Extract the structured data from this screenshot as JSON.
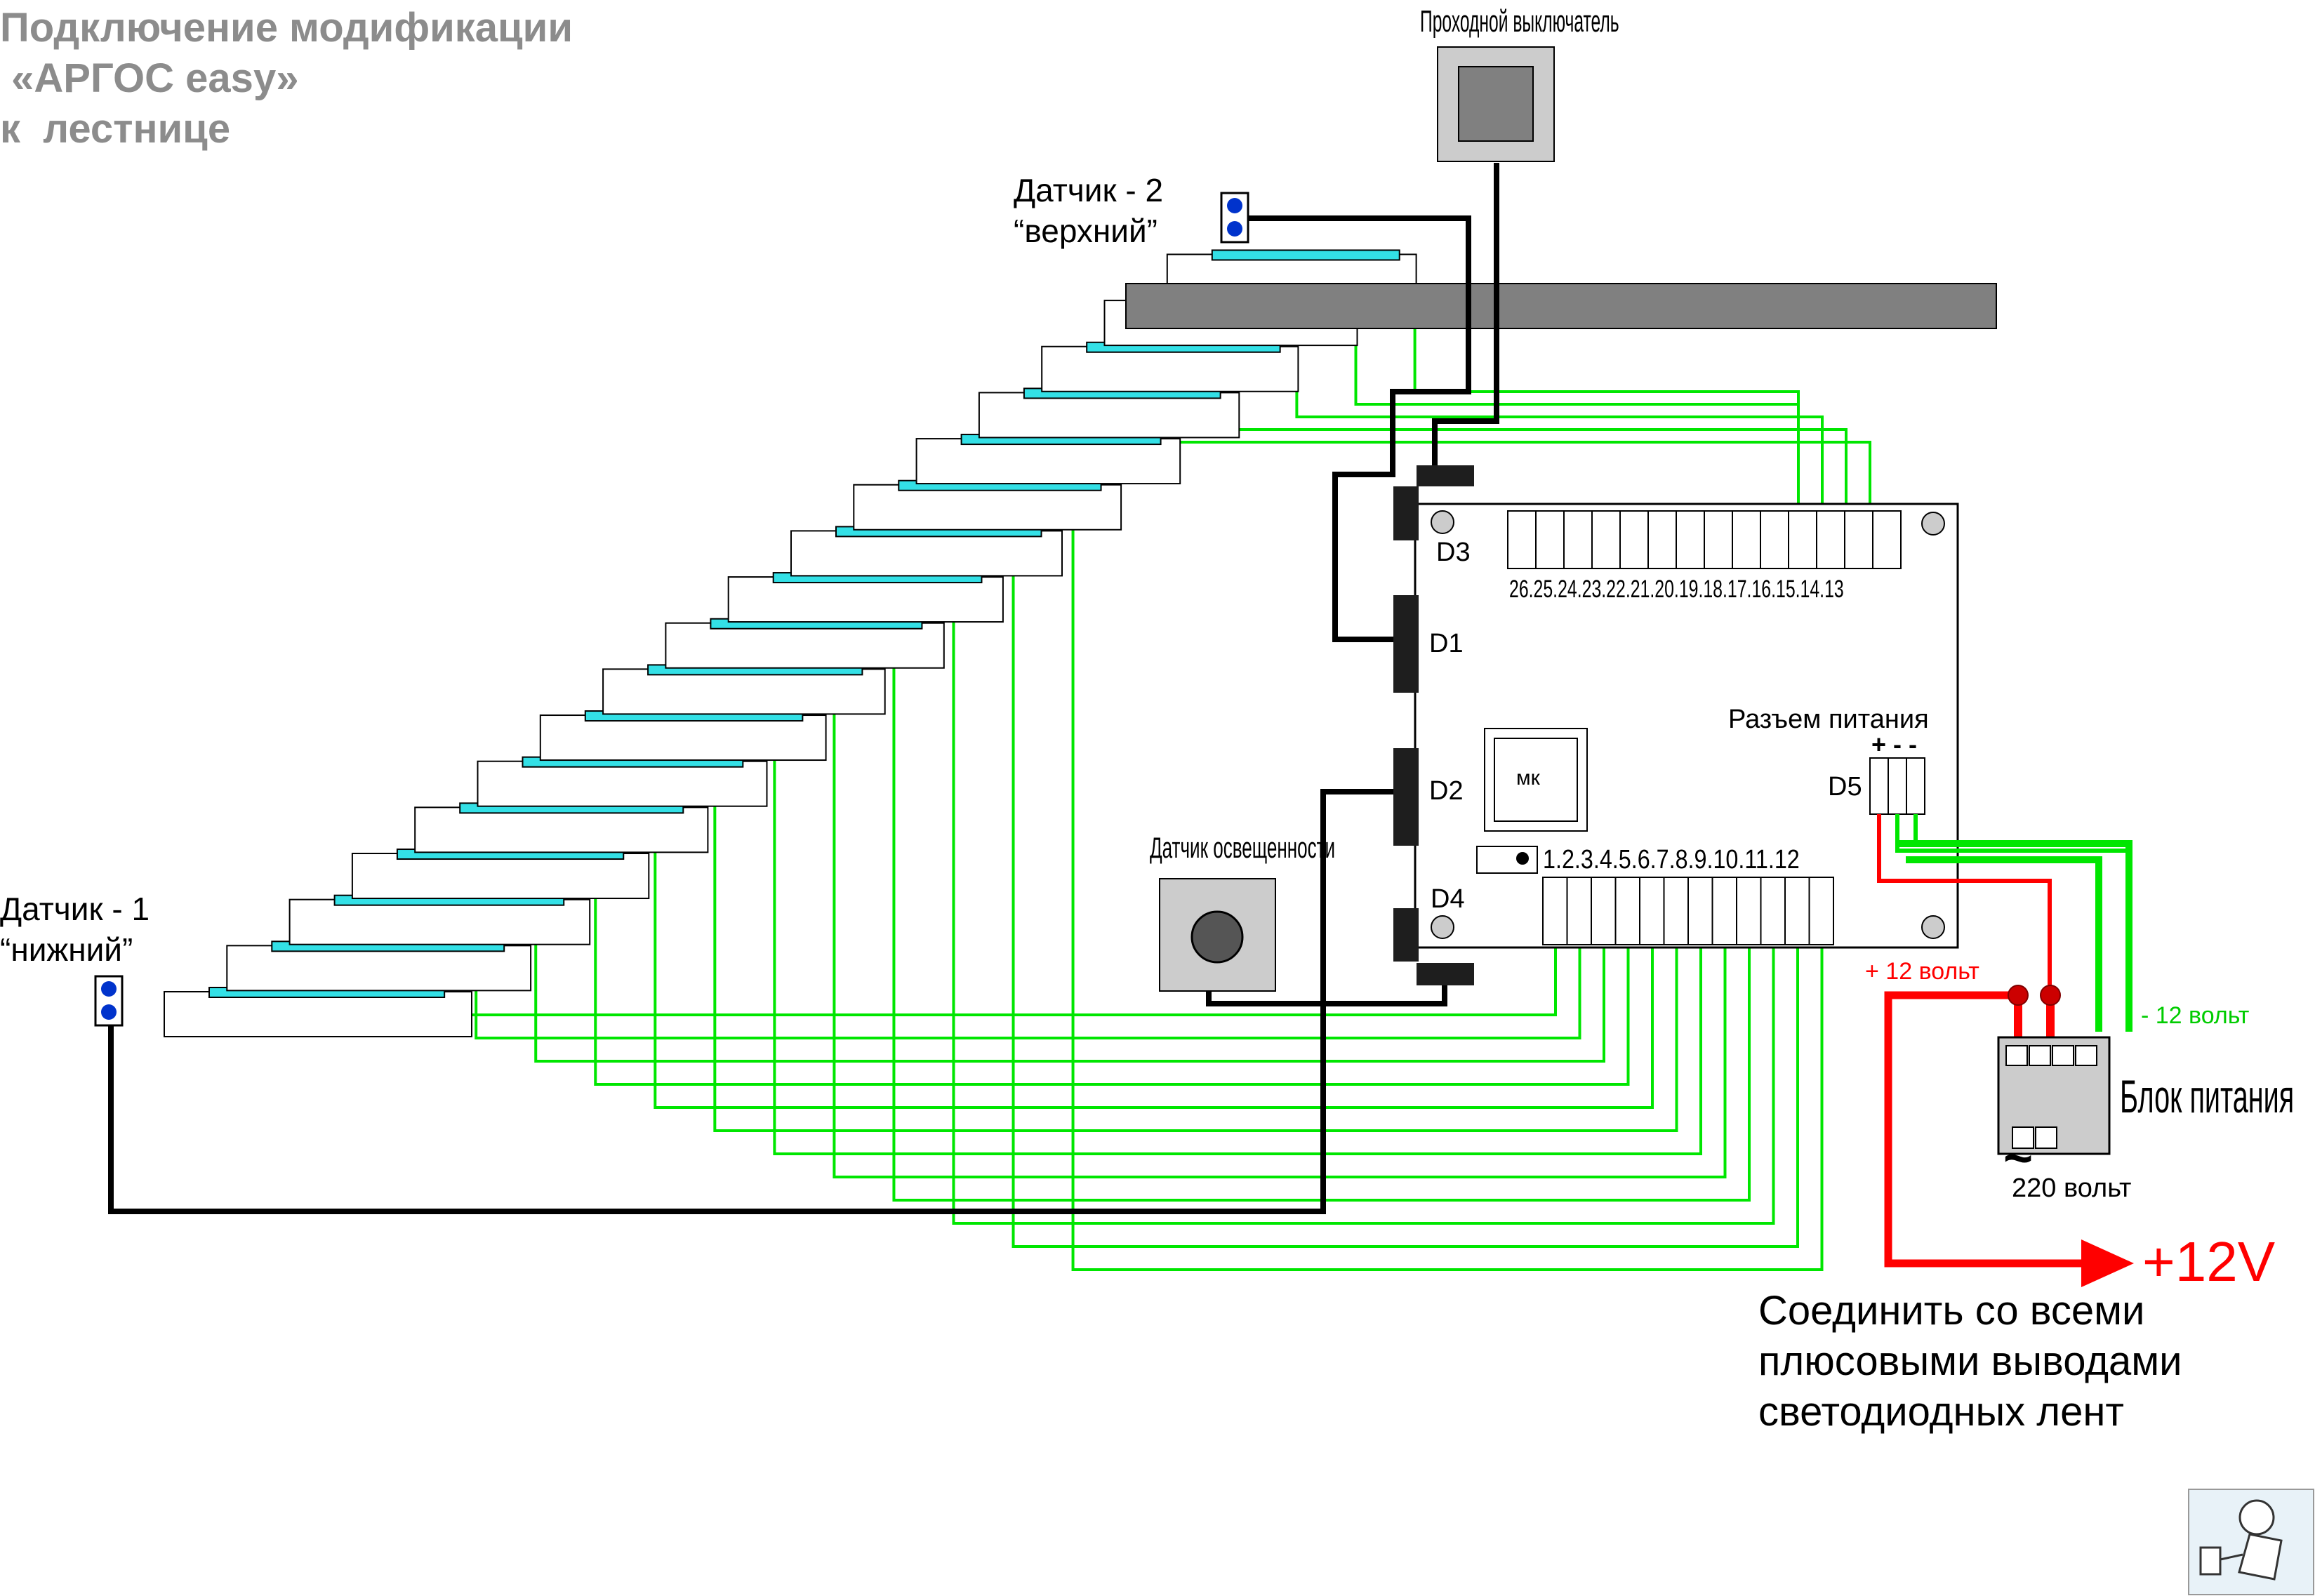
{
  "title": {
    "line1": "Подключение модификации",
    "line2": " «АРГОС easy»",
    "line3": "к  лестнице"
  },
  "labels": {
    "pass_switch": "Проходной выключатель",
    "sensor2_name": "Датчик - 2",
    "sensor2_sub": "“верхний”",
    "sensor1_name": "Датчик - 1",
    "sensor1_sub": "“нижний”",
    "light_sensor": "Датчик освещенности",
    "d1": "D1",
    "d2": "D2",
    "d3": "D3",
    "d4": "D4",
    "d5": "D5",
    "mcu": "мк",
    "outputs_top": "26.25.24.23.22.21.20.19.18.17.16.15.14.13",
    "outputs_bottom": "1.2.3.4.5.6.7.8.9.10.11.12",
    "power_connector": "Разъем питания",
    "power_polarity": "+ - -",
    "plus12": "+ 12 вольт",
    "minus12": "- 12 вольт",
    "psu": "Блок питания",
    "ac_symbol": "~",
    "volt220": "220 вольт",
    "plus12v": "+12V",
    "note_line1": "Соединить со всеми",
    "note_line2": "плюсовыми выводами",
    "note_line3": "светодиодных лент"
  },
  "colors": {
    "wire_signal": "#00e600",
    "wire_sensor": "#000000",
    "wire_positive": "#ff0000",
    "led_strip": "#33e0e6",
    "stair_beam": "#808080",
    "title_text": "#8c8c8c"
  },
  "counts": {
    "stair_steps": 17,
    "top_outputs": 14,
    "bottom_outputs": 12
  }
}
